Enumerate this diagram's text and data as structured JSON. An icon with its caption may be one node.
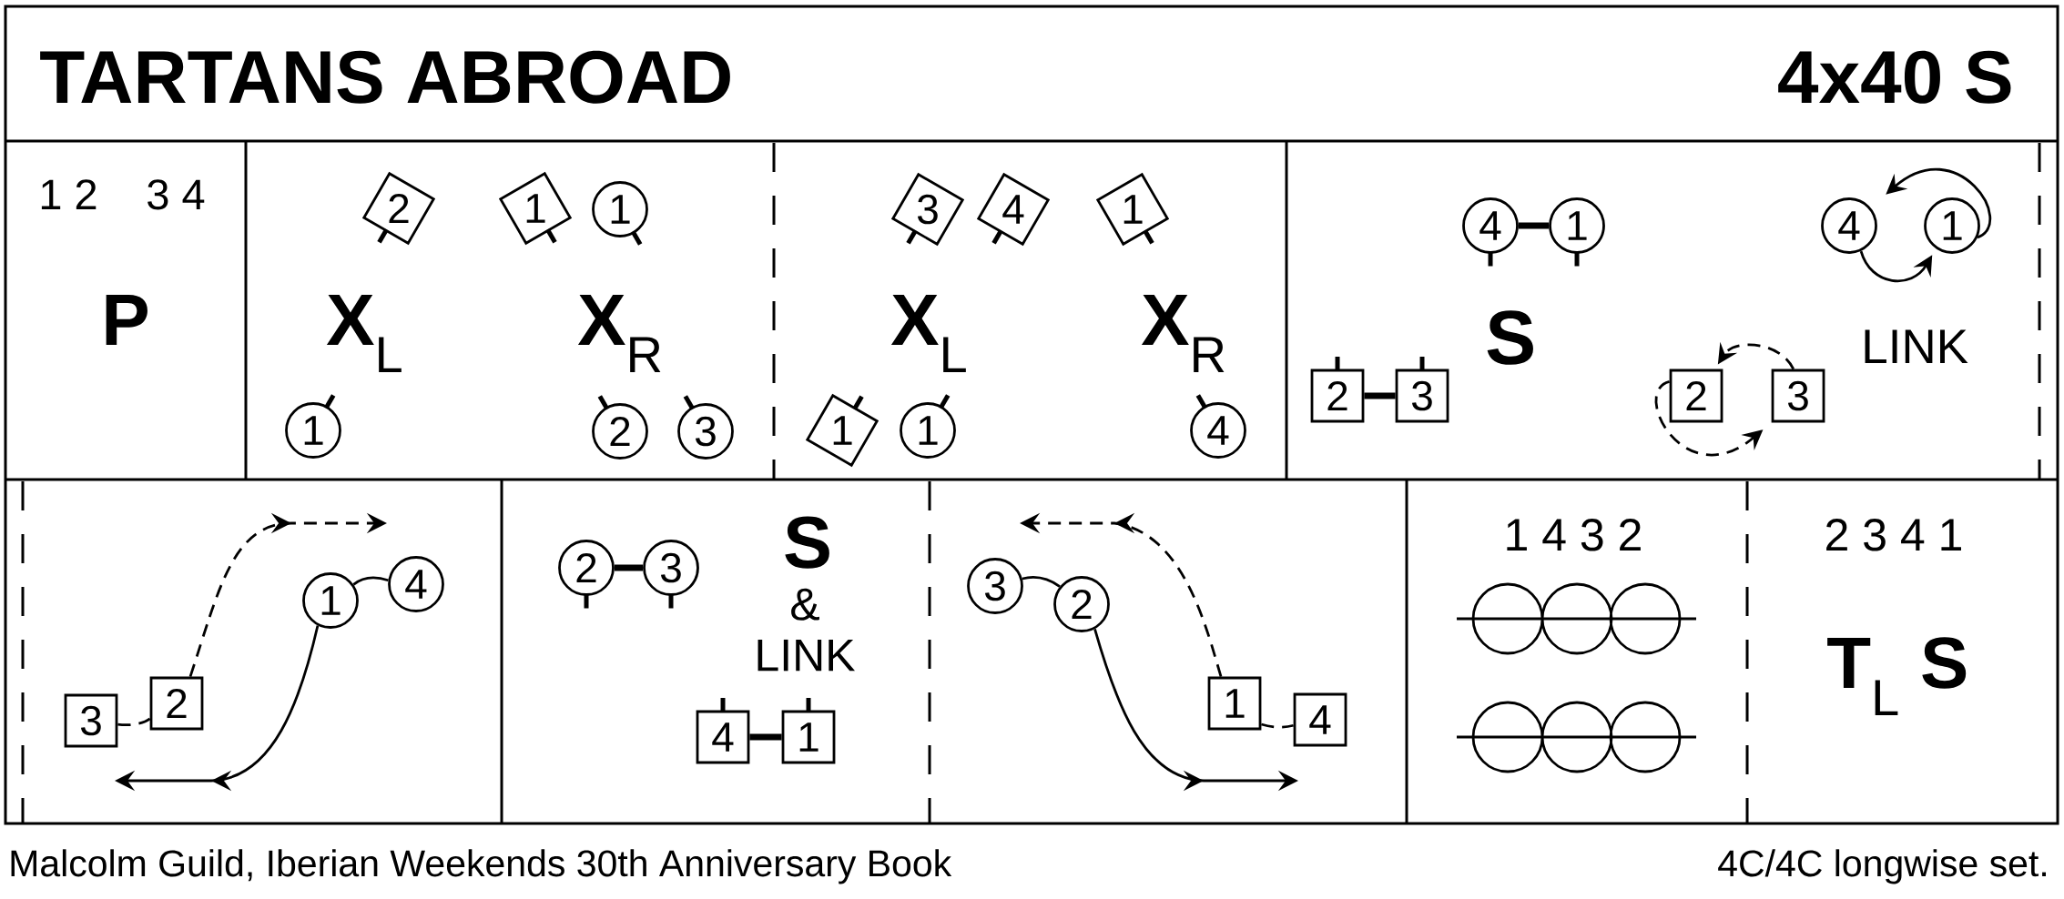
{
  "diagram": {
    "title": "TARTANS ABROAD",
    "nodes": [
      {
        "text": [
          "2"
        ]
      },
      {
        "text": [
          "1"
        ]
      },
      {
        "text": [
          "1"
        ]
      },
      {
        "text": [
          "1"
        ]
      },
      {
        "text": [
          "2"
        ]
      },
      {
        "text": [
          "3"
        ]
      },
      {
        "text": [
          "3"
        ]
      },
      {
        "text": [
          "4"
        ]
      },
      {
        "text": [
          "1"
        ]
      },
      {
        "text": [
          "1"
        ]
      },
      {
        "text": [
          "1"
        ]
      },
      {
        "text": [
          "4"
        ]
      },
      {
        "text": [
          "4"
        ]
      },
      {
        "text": [
          "1"
        ]
      },
      {
        "text": [
          "4"
        ]
      },
      {
        "text": [
          "1"
        ]
      },
      {
        "text": [
          "2"
        ]
      },
      {
        "text": [
          "3"
        ]
      },
      {
        "text": [
          "2"
        ]
      },
      {
        "text": [
          "3"
        ]
      },
      {
        "text": [
          "1"
        ]
      },
      {
        "text": [
          "4"
        ]
      },
      {
        "text": [
          "3"
        ]
      },
      {
        "text": [
          "2"
        ]
      },
      {
        "text": [
          "2"
        ]
      },
      {
        "text": [
          "3"
        ]
      },
      {
        "text": [
          "4"
        ]
      },
      {
        "text": [
          "1"
        ]
      },
      {
        "text": [
          "3"
        ]
      },
      {
        "text": [
          "2"
        ]
      },
      {
        "text": [
          "1"
        ]
      },
      {
        "text": [
          "4"
        ]
      }
    ],
    "edges": [
      {
        "from": 12,
        "to": 13,
        "arrow": "none",
        "style": "thick"
      },
      {
        "from": 16,
        "to": 17,
        "arrow": "none",
        "style": "thick"
      },
      {
        "from": 14,
        "to": 15,
        "arrow": "to"
      },
      {
        "from": 15,
        "to": 14,
        "arrow": "to"
      },
      {
        "from": 19,
        "to": 18,
        "arrow": "to",
        "style": "dashed"
      },
      {
        "from": 18,
        "to": 19,
        "arrow": "to",
        "style": "dashed"
      },
      {
        "from": 20,
        "to": 21,
        "arrow": "none"
      },
      {
        "from": 20,
        "to": null,
        "arrow": "to"
      },
      {
        "from": 22,
        "to": 23,
        "arrow": "none",
        "style": "dashed"
      },
      {
        "from": 23,
        "to": null,
        "arrow": "to",
        "style": "dashed"
      },
      {
        "from": 24,
        "to": 25,
        "arrow": "none",
        "style": "thick"
      },
      {
        "from": 26,
        "to": 27,
        "arrow": "none",
        "style": "thick"
      },
      {
        "from": 28,
        "to": 29,
        "arrow": "none"
      },
      {
        "from": 29,
        "to": null,
        "arrow": "to"
      },
      {
        "from": 30,
        "to": 31,
        "arrow": "none",
        "style": "dashed"
      },
      {
        "from": 30,
        "to": null,
        "arrow": "to",
        "style": "dashed"
      }
    ],
    "labels": [
      "4x40 S",
      "1 2",
      "3 4",
      "P",
      "**X**$_{L}$",
      "**X**$_{R}$",
      "**X**$_{L}$",
      "**X**$_{R}$",
      "S",
      "LINK",
      "S",
      "& LINK",
      "1 4 3 2",
      "2 3 4 1",
      "**T**$_{L}$ **S**",
      "Malcolm Guild, Iberian Weekends 30th Anniversary Book",
      "4C/4C longwise set."
    ]
  }
}
